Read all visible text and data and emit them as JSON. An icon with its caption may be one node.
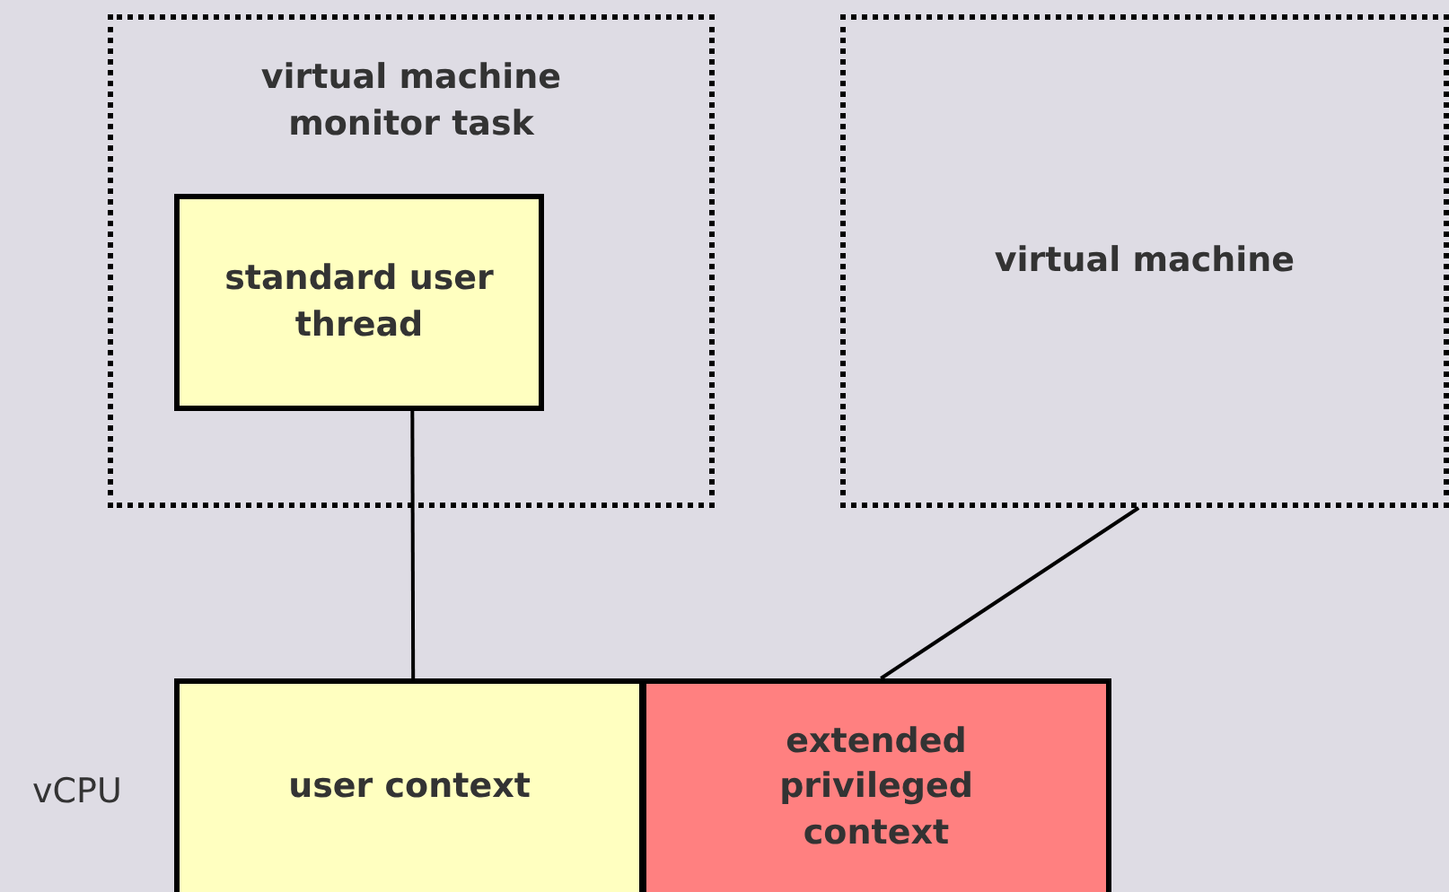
{
  "diagram": {
    "nodes": [
      {
        "text": [
          "virtual machine monitor task"
        ]
      },
      {
        "text": [
          "standard user thread"
        ],
        "in": 0
      },
      {
        "text": [
          "virtual machine"
        ]
      },
      {
        "text": [
          "user context"
        ]
      },
      {
        "text": [
          "extended privileged context"
        ]
      }
    ],
    "edges": [
      {
        "from": 1,
        "to": 3,
        "arrow": "none"
      },
      {
        "from": 2,
        "to": 4,
        "arrow": "none"
      }
    ],
    "labels": [
      "vCPU"
    ]
  }
}
